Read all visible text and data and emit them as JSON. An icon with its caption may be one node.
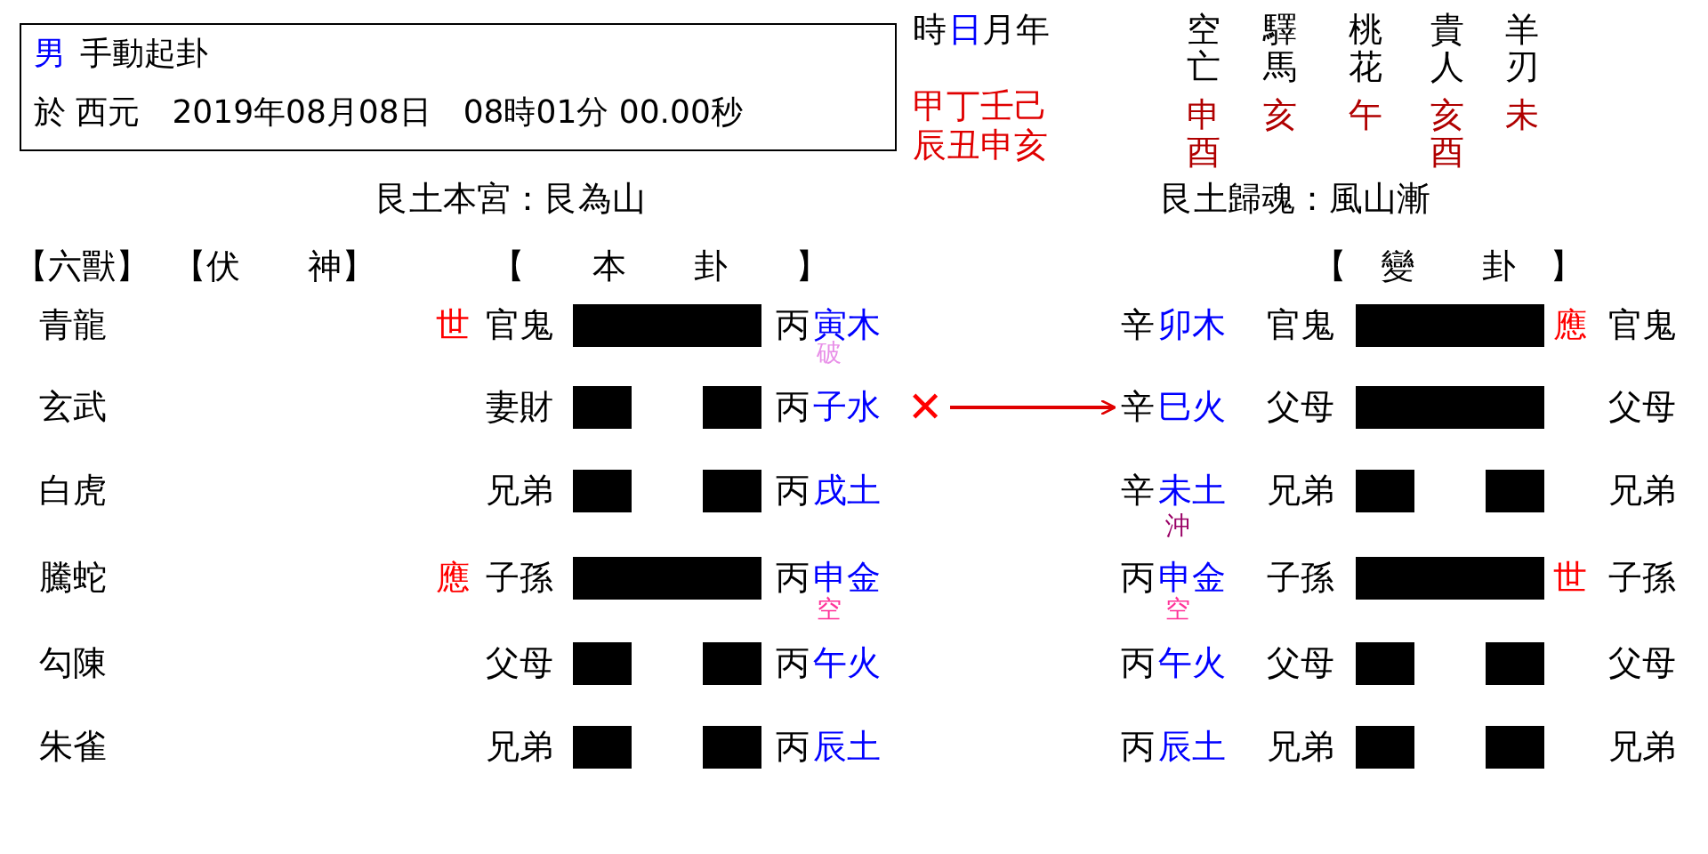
{
  "diagram": {
    "nodes": [
      {
        "text": [
          "男",
          "手動起卦",
          "於 西元　2019年08月08日　08時01分 00.00秒"
        ]
      },
      {
        "text": [
          "✕"
        ]
      },
      {
        "text": [
          "辛",
          "巳火"
        ]
      }
    ],
    "edges": [
      {
        "from": 1,
        "to": 2,
        "arrow": "to"
      }
    ],
    "labels": [
      "時",
      "日",
      "月年",
      "空亡",
      "驛馬",
      "桃花",
      "貴人",
      "羊刃",
      "甲丁壬己",
      "申酉",
      "亥",
      "午",
      "亥酉",
      "未",
      "辰丑申亥",
      "艮土本宮：艮為山",
      "艮土歸魂：風山漸",
      "【六獸】",
      "【伏　　神】",
      "【　　本　　卦　　】",
      "【　變　　卦　】",
      "青龍",
      "世",
      "官鬼",
      "丙",
      "寅木",
      "辛",
      "卯木",
      "官鬼",
      "應",
      "官鬼",
      "破",
      "玄武",
      "妻財",
      "丙",
      "子水",
      "父母",
      "父母",
      "白虎",
      "兄弟",
      "丙",
      "戌土",
      "辛",
      "未土",
      "兄弟",
      "兄弟",
      "沖",
      "騰蛇",
      "應",
      "子孫",
      "丙",
      "申金",
      "丙",
      "申金",
      "子孫",
      "世",
      "子孫",
      "空",
      "空",
      "勾陳",
      "父母",
      "丙",
      "午火",
      "丙",
      "午火",
      "父母",
      "父母",
      "朱雀",
      "兄弟",
      "丙",
      "辰土",
      "丙",
      "辰土",
      "兄弟",
      "兄弟"
    ]
  }
}
